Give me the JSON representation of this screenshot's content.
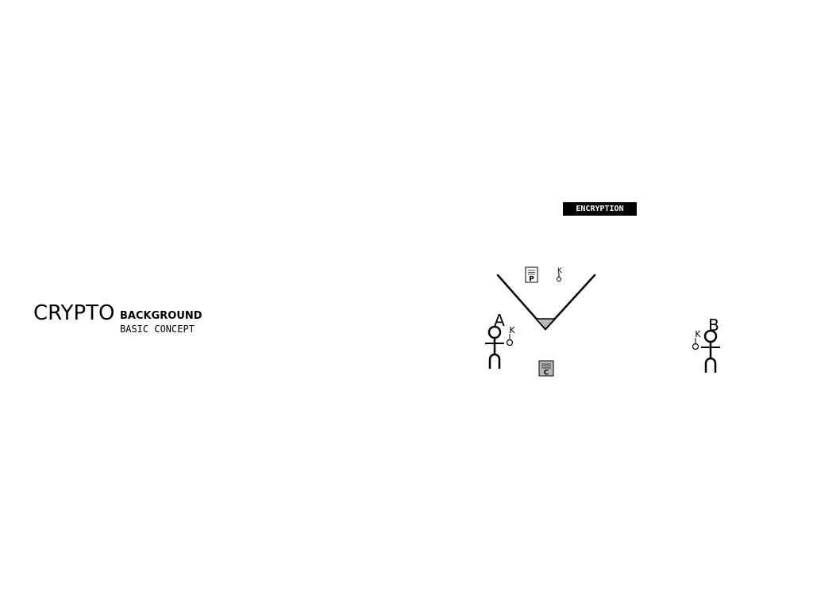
{
  "title": {
    "main": "CRYPTO",
    "sub1": "BACKGROUND",
    "sub2": "BASIC CONCEPT"
  },
  "diagram": {
    "process_label": "ENCRYPTION",
    "plaintext_label": "P",
    "ciphertext_label": "C",
    "key_label": "K",
    "party_a_label": "A",
    "party_b_label": "B"
  }
}
